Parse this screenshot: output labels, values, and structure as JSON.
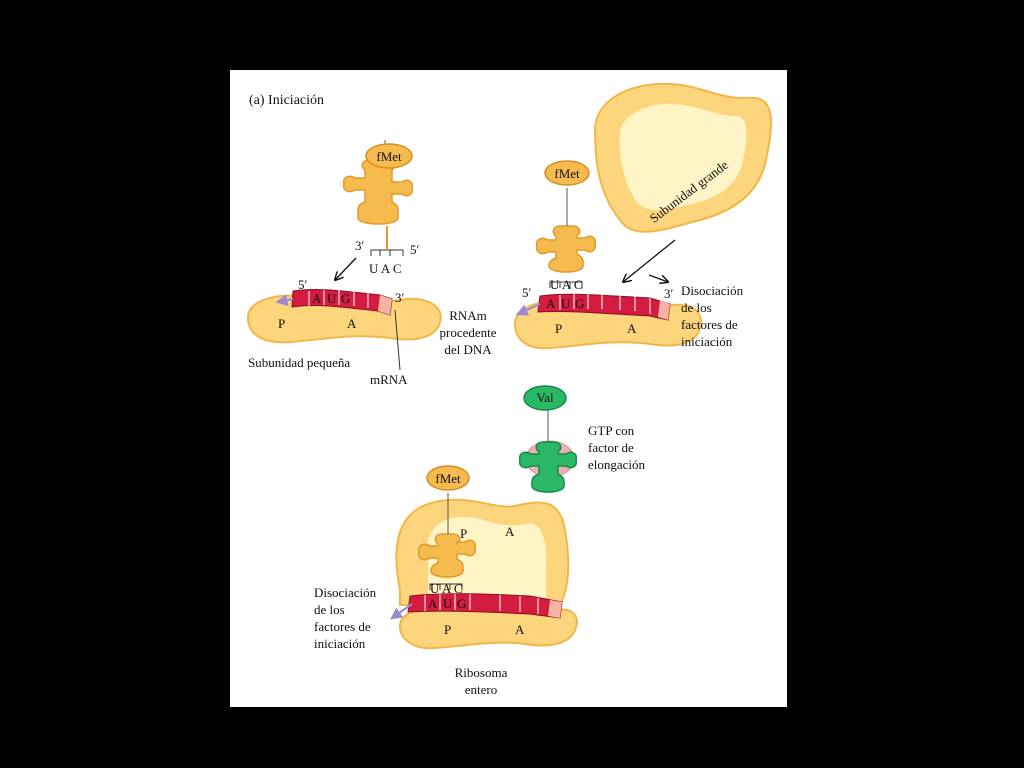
{
  "panel_title": "(a) Iniciación",
  "colors": {
    "ribosome_fill": "#fcd57c",
    "ribosome_inner": "#fff4c6",
    "mrna_red": "#d31c3f",
    "trna_orange": "#f5bb4f",
    "trna_green": "#2ab866",
    "elongation_factor": "#eab1b6",
    "arrow_purple": "#9d88cf"
  },
  "step1": {
    "fmet": "fMet",
    "end3": "3′",
    "end5": "5′",
    "anticodon": "U A C",
    "mrna5": "5′",
    "mrna3": "3′",
    "codon": [
      "A",
      "U",
      "G"
    ],
    "site_p": "P",
    "site_a": "A",
    "subunit_label": "Subunidad pequeña",
    "mrna_label": "mRNA"
  },
  "step2": {
    "fmet": "fMet",
    "anticodon": "U A C",
    "mrna5": "5′",
    "mrna3": "3′",
    "codon": [
      "A",
      "U",
      "G"
    ],
    "site_p": "P",
    "site_a": "A",
    "large_subunit_label": "Subunidad grande",
    "rnam_label": "RNAm\nprocedente\ndel DNA",
    "dissociation_label": "Disociación\nde los\nfactores de\niniciación"
  },
  "step3": {
    "val": "Val",
    "gtp_label": "GTP con\nfactor de\nelongación",
    "fmet": "fMet",
    "site_p_top": "P",
    "site_a_top": "A",
    "anticodon": "U A C",
    "codon": [
      "A",
      "U",
      "G"
    ],
    "site_p": "P",
    "site_a": "A",
    "dissociation_label": "Disociación\nde los\nfactores de\niniciación",
    "ribosome_label": "Ribosoma\nentero"
  }
}
